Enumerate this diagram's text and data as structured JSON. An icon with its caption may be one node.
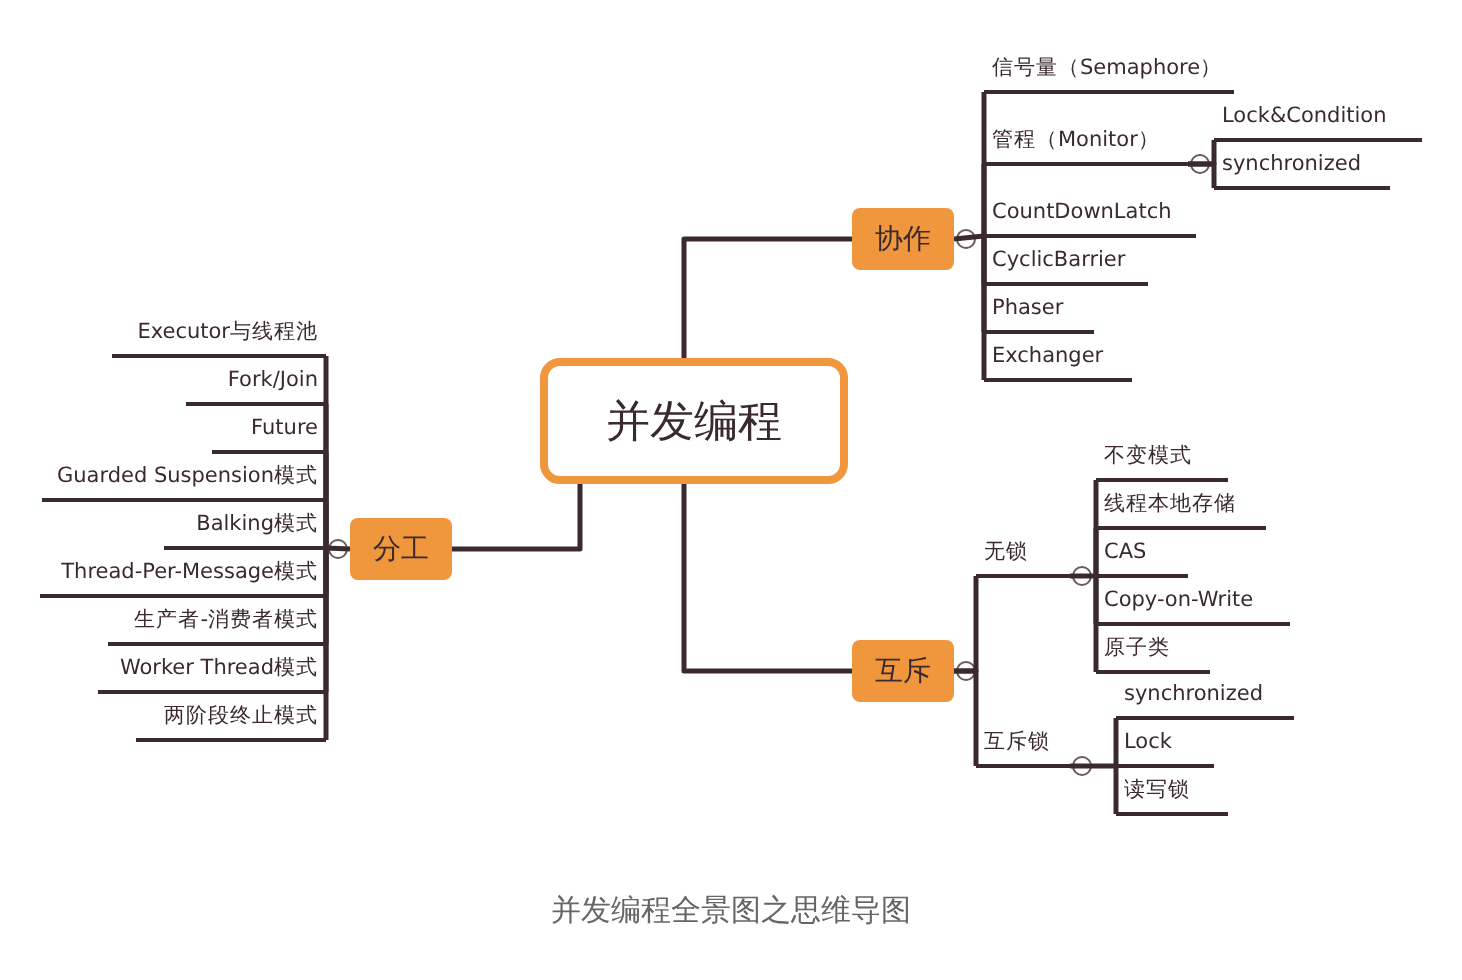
{
  "diagram": {
    "caption": "并发编程全景图之思维导图",
    "nodes": [
      {
        "text": [
          "并发编程"
        ]
      },
      {
        "text": [
          "协作"
        ]
      },
      {
        "text": [
          "信号量（Semaphore）"
        ]
      },
      {
        "text": [
          "管程（Monitor）"
        ]
      },
      {
        "text": [
          "Lock&Condition"
        ]
      },
      {
        "text": [
          "synchronized"
        ]
      },
      {
        "text": [
          "CountDownLatch"
        ]
      },
      {
        "text": [
          "CyclicBarrier"
        ]
      },
      {
        "text": [
          "Phaser"
        ]
      },
      {
        "text": [
          "Exchanger"
        ]
      },
      {
        "text": [
          "互斥"
        ]
      },
      {
        "text": [
          "无锁"
        ]
      },
      {
        "text": [
          "不变模式"
        ]
      },
      {
        "text": [
          "线程本地存储"
        ]
      },
      {
        "text": [
          "CAS"
        ]
      },
      {
        "text": [
          "Copy-on-Write"
        ]
      },
      {
        "text": [
          "原子类"
        ]
      },
      {
        "text": [
          "互斥锁"
        ]
      },
      {
        "text": [
          "synchronized"
        ]
      },
      {
        "text": [
          "Lock"
        ]
      },
      {
        "text": [
          "读写锁"
        ]
      },
      {
        "text": [
          "分工"
        ]
      },
      {
        "text": [
          "Executor与线程池"
        ]
      },
      {
        "text": [
          "Fork/Join"
        ]
      },
      {
        "text": [
          "Future"
        ]
      },
      {
        "text": [
          "Guarded Suspension模式"
        ]
      },
      {
        "text": [
          "Balking模式"
        ]
      },
      {
        "text": [
          "Thread-Per-Message模式"
        ]
      },
      {
        "text": [
          "生产者-消费者模式"
        ]
      },
      {
        "text": [
          "Worker Thread模式"
        ]
      },
      {
        "text": [
          "两阶段终止模式"
        ]
      }
    ],
    "edges": [
      {
        "from": 0,
        "to": 1,
        "arrow": "none"
      },
      {
        "from": 1,
        "to": 2,
        "arrow": "none"
      },
      {
        "from": 1,
        "to": 3,
        "arrow": "none"
      },
      {
        "from": 3,
        "to": 4,
        "arrow": "none"
      },
      {
        "from": 3,
        "to": 5,
        "arrow": "none"
      },
      {
        "from": 1,
        "to": 6,
        "arrow": "none"
      },
      {
        "from": 1,
        "to": 7,
        "arrow": "none"
      },
      {
        "from": 1,
        "to": 8,
        "arrow": "none"
      },
      {
        "from": 1,
        "to": 9,
        "arrow": "none"
      },
      {
        "from": 0,
        "to": 10,
        "arrow": "none"
      },
      {
        "from": 10,
        "to": 11,
        "arrow": "none"
      },
      {
        "from": 11,
        "to": 12,
        "arrow": "none"
      },
      {
        "from": 11,
        "to": 13,
        "arrow": "none"
      },
      {
        "from": 11,
        "to": 14,
        "arrow": "none"
      },
      {
        "from": 11,
        "to": 15,
        "arrow": "none"
      },
      {
        "from": 11,
        "to": 16,
        "arrow": "none"
      },
      {
        "from": 10,
        "to": 17,
        "arrow": "none"
      },
      {
        "from": 17,
        "to": 18,
        "arrow": "none"
      },
      {
        "from": 17,
        "to": 19,
        "arrow": "none"
      },
      {
        "from": 17,
        "to": 20,
        "arrow": "none"
      },
      {
        "from": 0,
        "to": 21,
        "arrow": "none"
      },
      {
        "from": 21,
        "to": 22,
        "arrow": "none"
      },
      {
        "from": 21,
        "to": 23,
        "arrow": "none"
      },
      {
        "from": 21,
        "to": 24,
        "arrow": "none"
      },
      {
        "from": 21,
        "to": 25,
        "arrow": "none"
      },
      {
        "from": 21,
        "to": 26,
        "arrow": "none"
      },
      {
        "from": 21,
        "to": 27,
        "arrow": "none"
      },
      {
        "from": 21,
        "to": 28,
        "arrow": "none"
      },
      {
        "from": 21,
        "to": 29,
        "arrow": "none"
      },
      {
        "from": 21,
        "to": 30,
        "arrow": "none"
      }
    ]
  }
}
